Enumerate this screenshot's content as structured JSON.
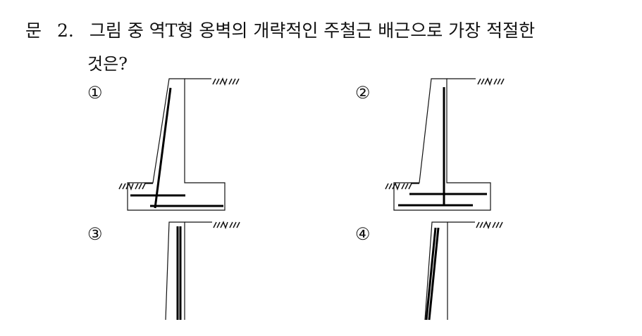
{
  "question": {
    "prefix": "문",
    "number": "2.",
    "line1": "그림 중 역T형 옹벽의 개략적인 주철근 배근으로 가장 적절한",
    "line2": "것은?"
  },
  "options": [
    {
      "label": "①",
      "figure": "wall-option-1"
    },
    {
      "label": "②",
      "figure": "wall-option-2"
    },
    {
      "label": "③",
      "figure": "wall-option-3"
    },
    {
      "label": "④",
      "figure": "wall-option-4"
    }
  ],
  "figure_style": {
    "line_color": "#111111",
    "rebar_color": "#000000",
    "icons": [
      "ground-hatch-icon"
    ]
  }
}
